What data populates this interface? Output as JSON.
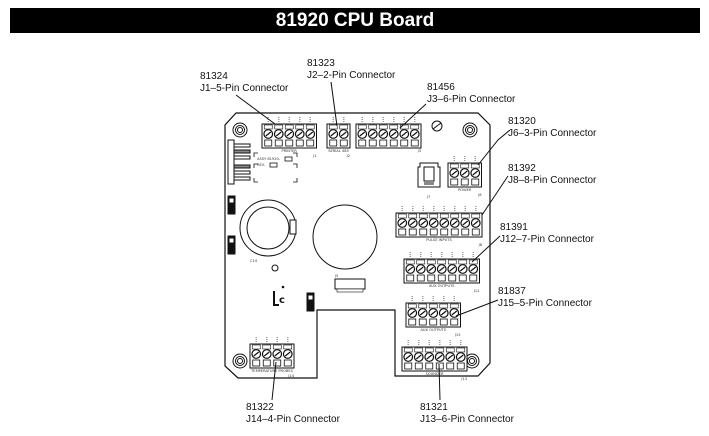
{
  "title": "81920 CPU Board",
  "callouts": [
    {
      "part": "81324",
      "label": "J1–5-Pin Connector"
    },
    {
      "part": "81323",
      "label": "J2–2-Pin Connector"
    },
    {
      "part": "81456",
      "label": "J3–6-Pin Connector"
    },
    {
      "part": "81320",
      "label": "J6–3-Pin Connector"
    },
    {
      "part": "81392",
      "label": "J8–8-Pin Connector"
    },
    {
      "part": "81391",
      "label": "J12–7-Pin Connector"
    },
    {
      "part": "81837",
      "label": "J15–5-Pin Connector"
    },
    {
      "part": "81322",
      "label": "J14–4-Pin Connector"
    },
    {
      "part": "81321",
      "label": "J13–6-Pin Connector"
    }
  ],
  "board_labels": {
    "printer": "PRINTER",
    "serial": "SERIAL 485",
    "power": "POWER",
    "pulse": "PULSE INPUTS",
    "aux1": "AUX OUTPUTS",
    "aux2": "AUX OUTPUTS",
    "sounder": "SOUNDER",
    "temp": "TEMPERATURE PROBES",
    "assy": "ASSY 81920-",
    "rev": "REV-",
    "c14": "C14",
    "j1": "J1",
    "j2": "J2",
    "j3": "J3",
    "j6": "J6",
    "j7": "J7",
    "j8": "J8",
    "j12": "J12",
    "j13": "J13",
    "j14": "J14",
    "j15": "J15",
    "j5": "J5"
  },
  "logo": "LC"
}
